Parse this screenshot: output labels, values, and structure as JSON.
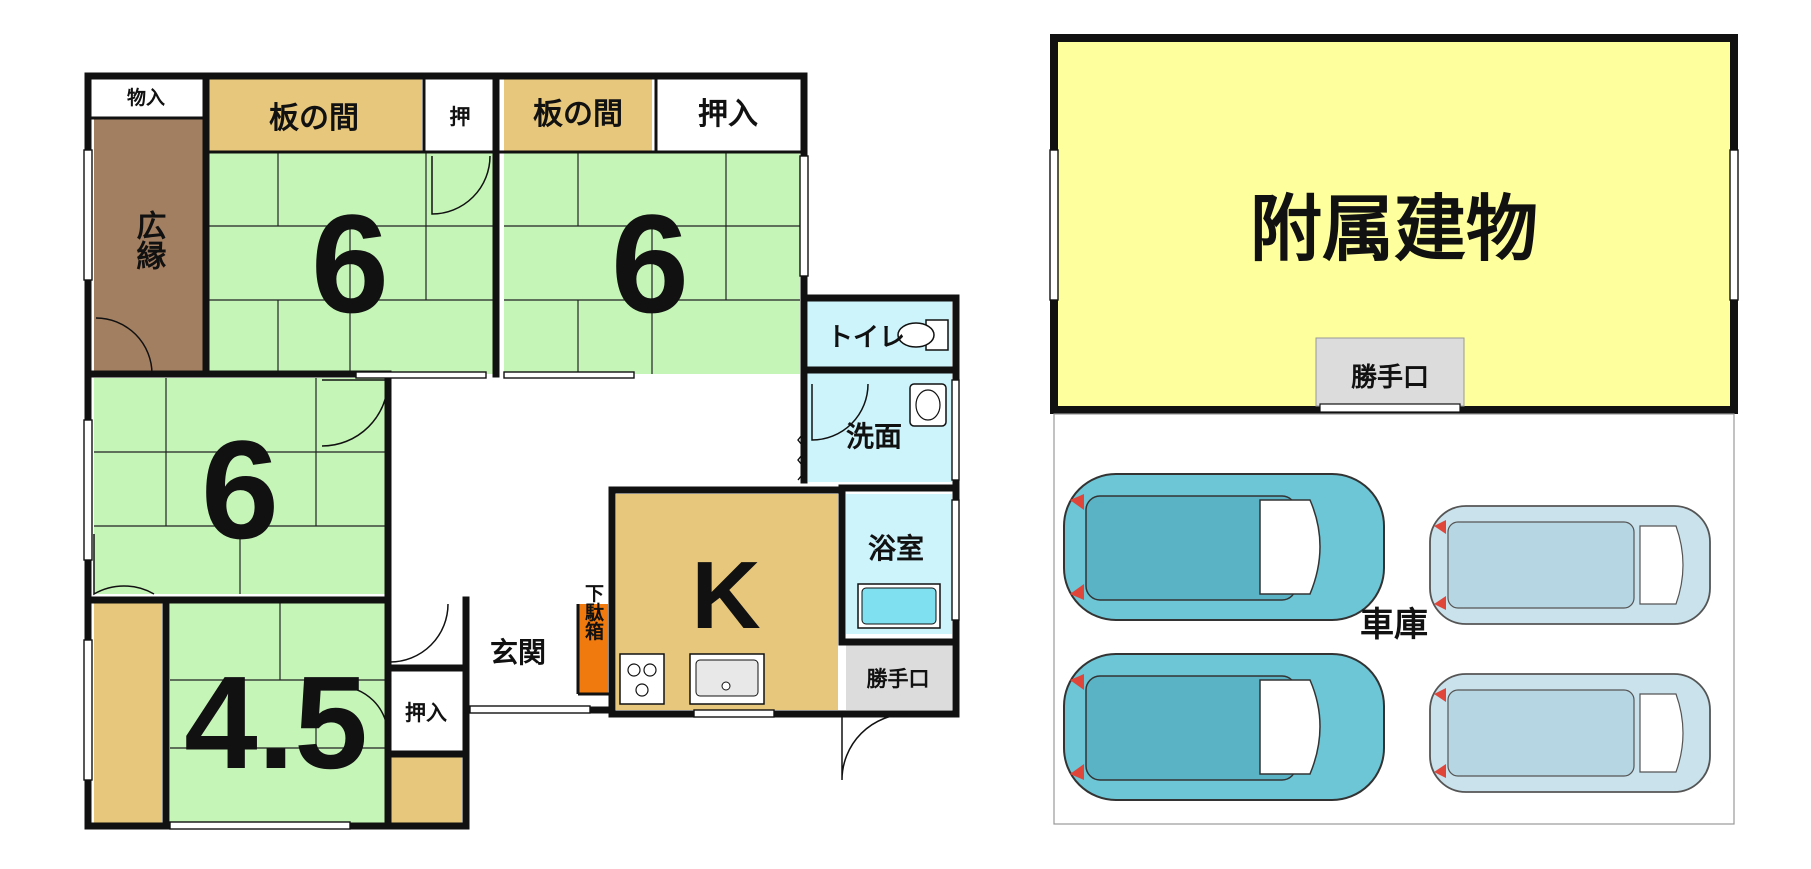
{
  "colors": {
    "tatami": "#c6f5b8",
    "wood_floor": "#e7c77c",
    "engawa": "#a37f61",
    "kitchen": "#e7c77c",
    "wet_room": "#cdf3fb",
    "annex": "#feff9d",
    "shoe_box": "#f07a0d",
    "side_door": "#dcdcdc",
    "car_teal": "#6cc6d6",
    "car_light": "#c9e2ec",
    "wall": "#111111"
  },
  "main_house": {
    "room_6_northwest": {
      "mats": "6",
      "plank_label": "板の間"
    },
    "room_6_northeast": {
      "mats": "6",
      "plank_label": "板の間"
    },
    "room_6_west": {
      "mats": "6"
    },
    "room_4_5": {
      "mats": "4.5"
    },
    "closet_small_top": "物入",
    "veranda": "広縁",
    "closet_oshi": "押",
    "closet_oshiire_top": "押入",
    "closet_oshiire_bottom": "押入",
    "toilet": "トイレ",
    "washroom": "洗面",
    "bathroom": "浴室",
    "kitchen": "K",
    "entrance": "玄関",
    "shoe_cabinet": "下駄箱",
    "side_entrance": "勝手口"
  },
  "annex": {
    "title": "附属建物",
    "side_entrance": "勝手口",
    "garage": "車庫"
  },
  "icons": [
    "door-swing-icon",
    "toilet-icon",
    "sink-icon",
    "bathtub-icon",
    "stove-icon",
    "car-icon"
  ]
}
